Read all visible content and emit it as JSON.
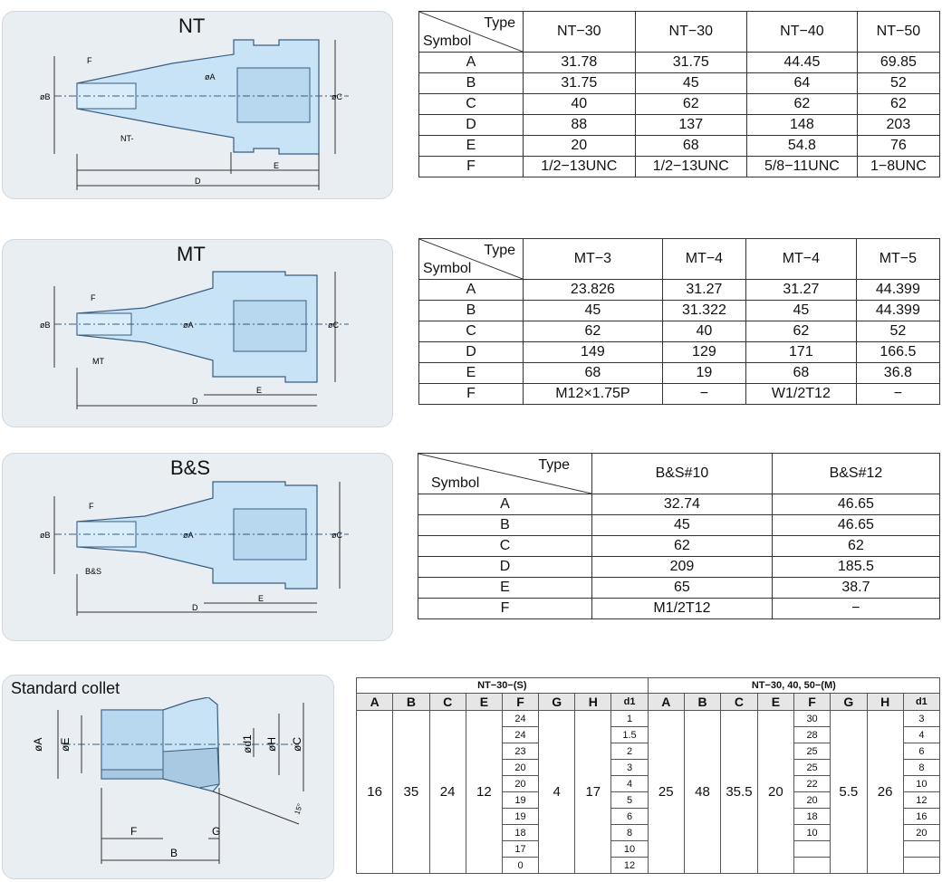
{
  "nt": {
    "title": "NT",
    "labels": {
      "f": "F",
      "nt": "NT-",
      "b": "øB",
      "a": "øA",
      "c": "øC",
      "e": "E",
      "d": "D"
    },
    "table": {
      "type_label": "Type",
      "symbol_label": "Symbol",
      "columns": [
        "NT−30",
        "NT−30",
        "NT−40",
        "NT−50"
      ],
      "rows": [
        {
          "sym": "A",
          "vals": [
            "31.78",
            "31.75",
            "44.45",
            "69.85"
          ]
        },
        {
          "sym": "B",
          "vals": [
            "31.75",
            "45",
            "64",
            "52"
          ]
        },
        {
          "sym": "C",
          "vals": [
            "40",
            "62",
            "62",
            "62"
          ]
        },
        {
          "sym": "D",
          "vals": [
            "88",
            "137",
            "148",
            "203"
          ]
        },
        {
          "sym": "E",
          "vals": [
            "20",
            "68",
            "54.8",
            "76"
          ]
        },
        {
          "sym": "F",
          "vals": [
            "1/2−13UNC",
            "1/2−13UNC",
            "5/8−11UNC",
            "1−8UNC"
          ]
        }
      ]
    }
  },
  "mt": {
    "title": "MT",
    "labels": {
      "f": "F",
      "mt": "MT",
      "b": "øB",
      "a": "øA",
      "c": "øC",
      "e": "E",
      "d": "D"
    },
    "table": {
      "type_label": "Type",
      "symbol_label": "Symbol",
      "columns": [
        "MT−3",
        "MT−4",
        "MT−4",
        "MT−5"
      ],
      "rows": [
        {
          "sym": "A",
          "vals": [
            "23.826",
            "31.27",
            "31.27",
            "44.399"
          ]
        },
        {
          "sym": "B",
          "vals": [
            "45",
            "31.322",
            "45",
            "44.399"
          ]
        },
        {
          "sym": "C",
          "vals": [
            "62",
            "40",
            "62",
            "52"
          ]
        },
        {
          "sym": "D",
          "vals": [
            "149",
            "129",
            "171",
            "166.5"
          ]
        },
        {
          "sym": "E",
          "vals": [
            "68",
            "19",
            "68",
            "36.8"
          ]
        },
        {
          "sym": "F",
          "vals": [
            "M12×1.75P",
            "−",
            "W1/2T12",
            "−"
          ]
        }
      ]
    }
  },
  "bs": {
    "title": "B&S",
    "labels": {
      "f": "F",
      "bs": "B&S",
      "b": "øB",
      "a": "øA",
      "c": "øC",
      "e": "E",
      "d": "D"
    },
    "table": {
      "type_label": "Type",
      "symbol_label": "Symbol",
      "columns": [
        "B&S#10",
        "B&S#12"
      ],
      "rows": [
        {
          "sym": "A",
          "vals": [
            "32.74",
            "46.65"
          ]
        },
        {
          "sym": "B",
          "vals": [
            "45",
            "46.65"
          ]
        },
        {
          "sym": "C",
          "vals": [
            "62",
            "62"
          ]
        },
        {
          "sym": "D",
          "vals": [
            "209",
            "185.5"
          ]
        },
        {
          "sym": "E",
          "vals": [
            "65",
            "38.7"
          ]
        },
        {
          "sym": "F",
          "vals": [
            "M1/2T12",
            "−"
          ]
        }
      ]
    }
  },
  "collet": {
    "title": "Standard collet",
    "labels": {
      "a": "øA",
      "e": "øE",
      "d1": "ød1",
      "h": "øH",
      "c": "øC",
      "angle": "15°",
      "f": "F",
      "g": "G",
      "b": "B"
    },
    "table": {
      "group_s": "NT−30−(S)",
      "group_m": "NT−30, 40, 50−(M)",
      "columns": [
        "A",
        "B",
        "C",
        "E",
        "F",
        "G",
        "H",
        "d1",
        "A",
        "B",
        "C",
        "E",
        "F",
        "G",
        "H",
        "d1"
      ],
      "s": {
        "A": "16",
        "B": "35",
        "C": "24",
        "E": "12",
        "G": "4",
        "H": "17",
        "F": [
          "24",
          "24",
          "23",
          "20",
          "20",
          "19",
          "19",
          "18",
          "17",
          "0"
        ],
        "d1": [
          "1",
          "1.5",
          "2",
          "3",
          "4",
          "5",
          "6",
          "8",
          "10",
          "12"
        ]
      },
      "m": {
        "A": "25",
        "B": "48",
        "C": "35.5",
        "E": "20",
        "G": "5.5",
        "H": "26",
        "F": [
          "30",
          "28",
          "25",
          "25",
          "22",
          "20",
          "18",
          "10",
          "",
          ""
        ],
        "d1": [
          "3",
          "4",
          "6",
          "8",
          "10",
          "12",
          "16",
          "20",
          "",
          ""
        ]
      }
    }
  }
}
